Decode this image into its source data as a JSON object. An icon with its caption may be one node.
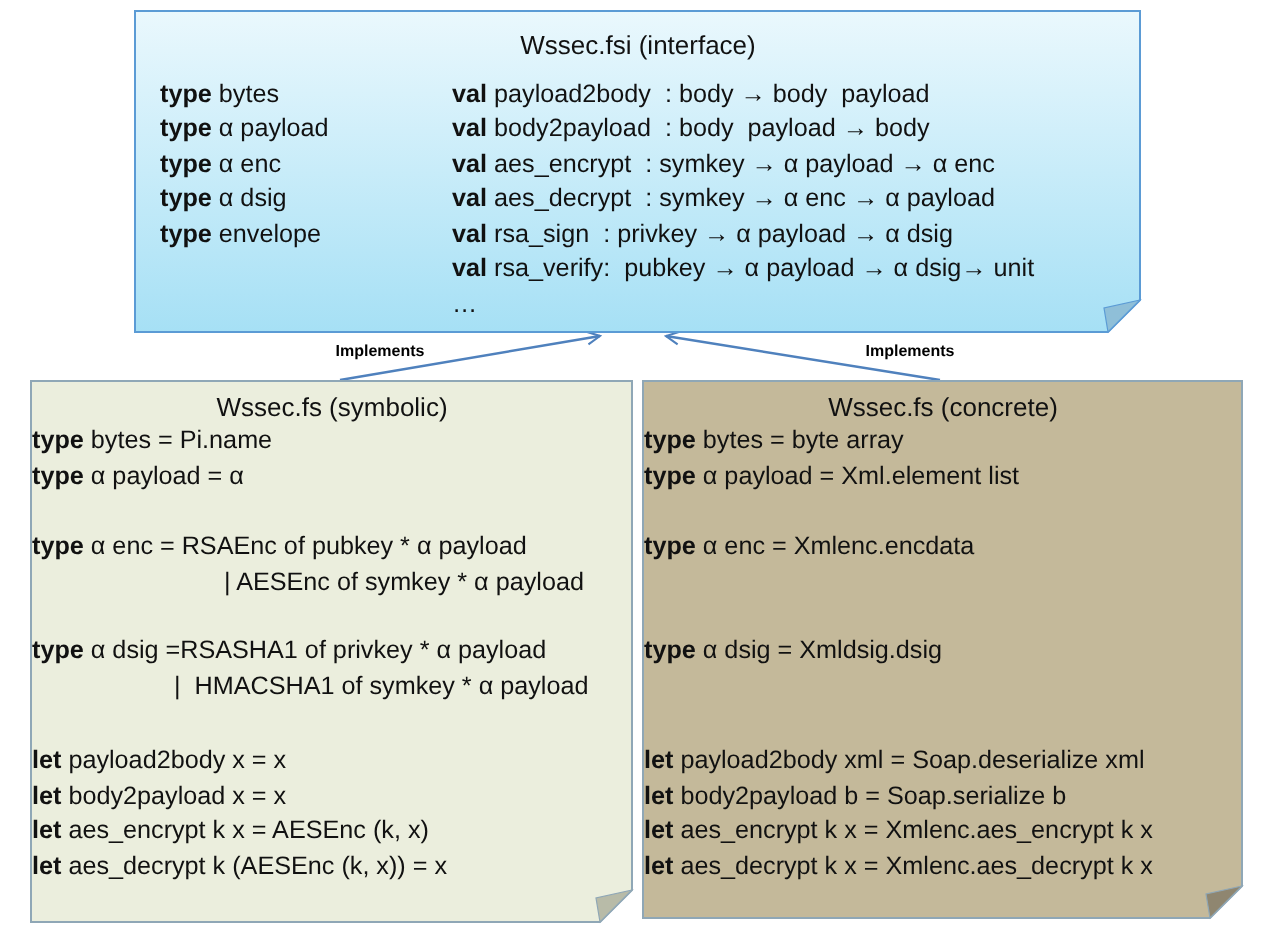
{
  "diagram": {
    "nodes": [
      {
        "text": [
          "Wssec.fsi (interface)",
          "**type** bytes",
          "**type** α payload",
          "**type** α enc",
          "**type** α dsig",
          "**type** envelope",
          "**val** payload2body  : body → body  payload",
          "**val** body2payload  : body  payload → body",
          "**val** aes_encrypt  : symkey → α payload → α enc",
          "**val** aes_decrypt  : symkey → α enc → α payload",
          "**val** rsa_sign  : privkey → α payload → α dsig",
          "**val** rsa_verify:  pubkey → α payload → α dsig→ unit",
          "…"
        ]
      },
      {
        "text": [
          "Wssec.fs (symbolic)",
          "**type** bytes = Pi.name",
          "**type** α payload = α",
          "**type** α enc = RSAEnc of pubkey * α payload",
          "| AESEnc of symkey * α payload",
          "**type** α dsig =RSASHA1 of privkey * α payload",
          "|  HMACSHA1 of symkey * α payload",
          "**let** payload2body x = x",
          "**let** body2payload x = x",
          "**let** aes_encrypt k x = AESEnc (k, x)",
          "**let** aes_decrypt k (AESEnc (k, x)) = x"
        ]
      },
      {
        "text": [
          "Wssec.fs (concrete)",
          "**type** bytes = byte array",
          "**type** α payload = Xml.element list",
          "**type** α enc = Xmlenc.encdata",
          "**type** α dsig = Xmldsig.dsig",
          "**let** payload2body xml = Soap.deserialize xml",
          "**let** body2payload b = Soap.serialize b",
          "**let** aes_encrypt k x = Xmlenc.aes_encrypt k x",
          "**let** aes_decrypt k x = Xmlenc.aes_decrypt k x"
        ]
      }
    ],
    "edges": [
      {
        "from": 1,
        "to": 0,
        "arrow": "to",
        "label": "Implements"
      },
      {
        "from": 2,
        "to": 0,
        "arrow": "to",
        "label": "Implements"
      }
    ]
  }
}
